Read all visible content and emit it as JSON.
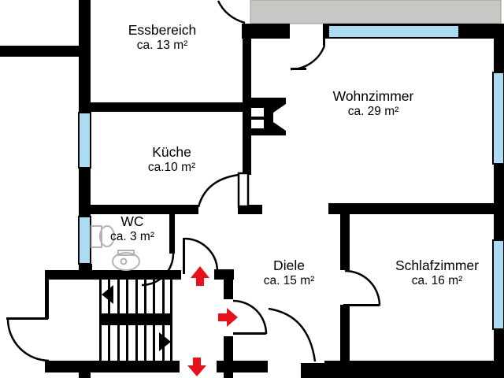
{
  "plan": {
    "type": "apartment-floor-plan",
    "rooms": [
      {
        "id": "essbereich",
        "name": "Essbereich",
        "area": "ca. 13 m²"
      },
      {
        "id": "wohnzimmer",
        "name": "Wohnzimmer",
        "area": "ca. 29 m²"
      },
      {
        "id": "kueche",
        "name": "Küche",
        "area": "ca.10 m²"
      },
      {
        "id": "wc",
        "name": "WC",
        "area": "ca. 3 m²"
      },
      {
        "id": "diele",
        "name": "Diele",
        "area": "ca. 15 m²"
      },
      {
        "id": "schlafzimmer",
        "name": "Schlafzimmer",
        "area": "ca. 16 m²"
      }
    ],
    "symbols": {
      "direction_arrows": [
        "up-arrow",
        "right-arrow",
        "down-arrow"
      ],
      "stair_arrows": [
        "left-triangle",
        "right-triangle"
      ],
      "fixtures": [
        "toilet",
        "sink",
        "chimney"
      ]
    },
    "colors": {
      "wall": "#000000",
      "window_glass": "#aadcf4",
      "balcony_slab": "#c9c7c3",
      "direction_arrow": "#e8111a",
      "fixture_outline": "#b3b3b3",
      "background": "#ffffff"
    }
  }
}
